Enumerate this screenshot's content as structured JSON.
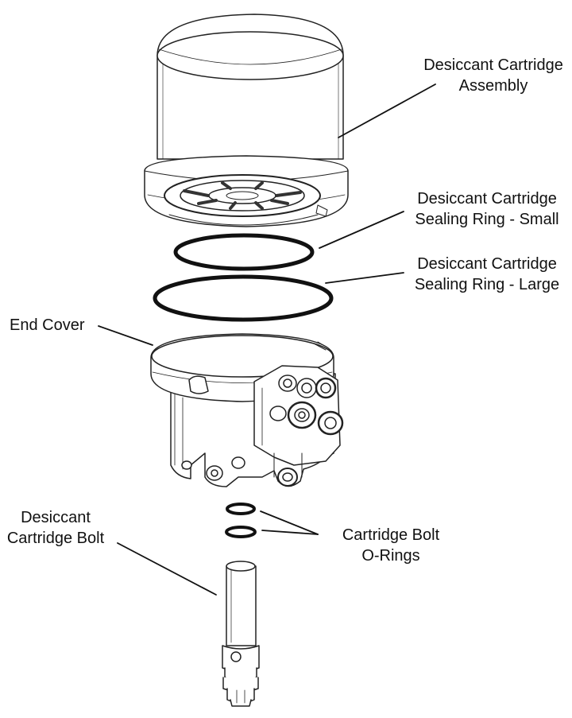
{
  "labels": {
    "cartridge_assembly": {
      "line1": "Desiccant Cartridge",
      "line2": "Assembly"
    },
    "ring_small": {
      "line1": "Desiccant Cartridge",
      "line2": "Sealing Ring - Small"
    },
    "ring_large": {
      "line1": "Desiccant Cartridge",
      "line2": "Sealing Ring - Large"
    },
    "end_cover": "End Cover",
    "bolt": {
      "line1": "Desiccant",
      "line2": "Cartridge Bolt"
    },
    "orings": {
      "line1": "Cartridge Bolt",
      "line2": "O-Rings"
    }
  }
}
